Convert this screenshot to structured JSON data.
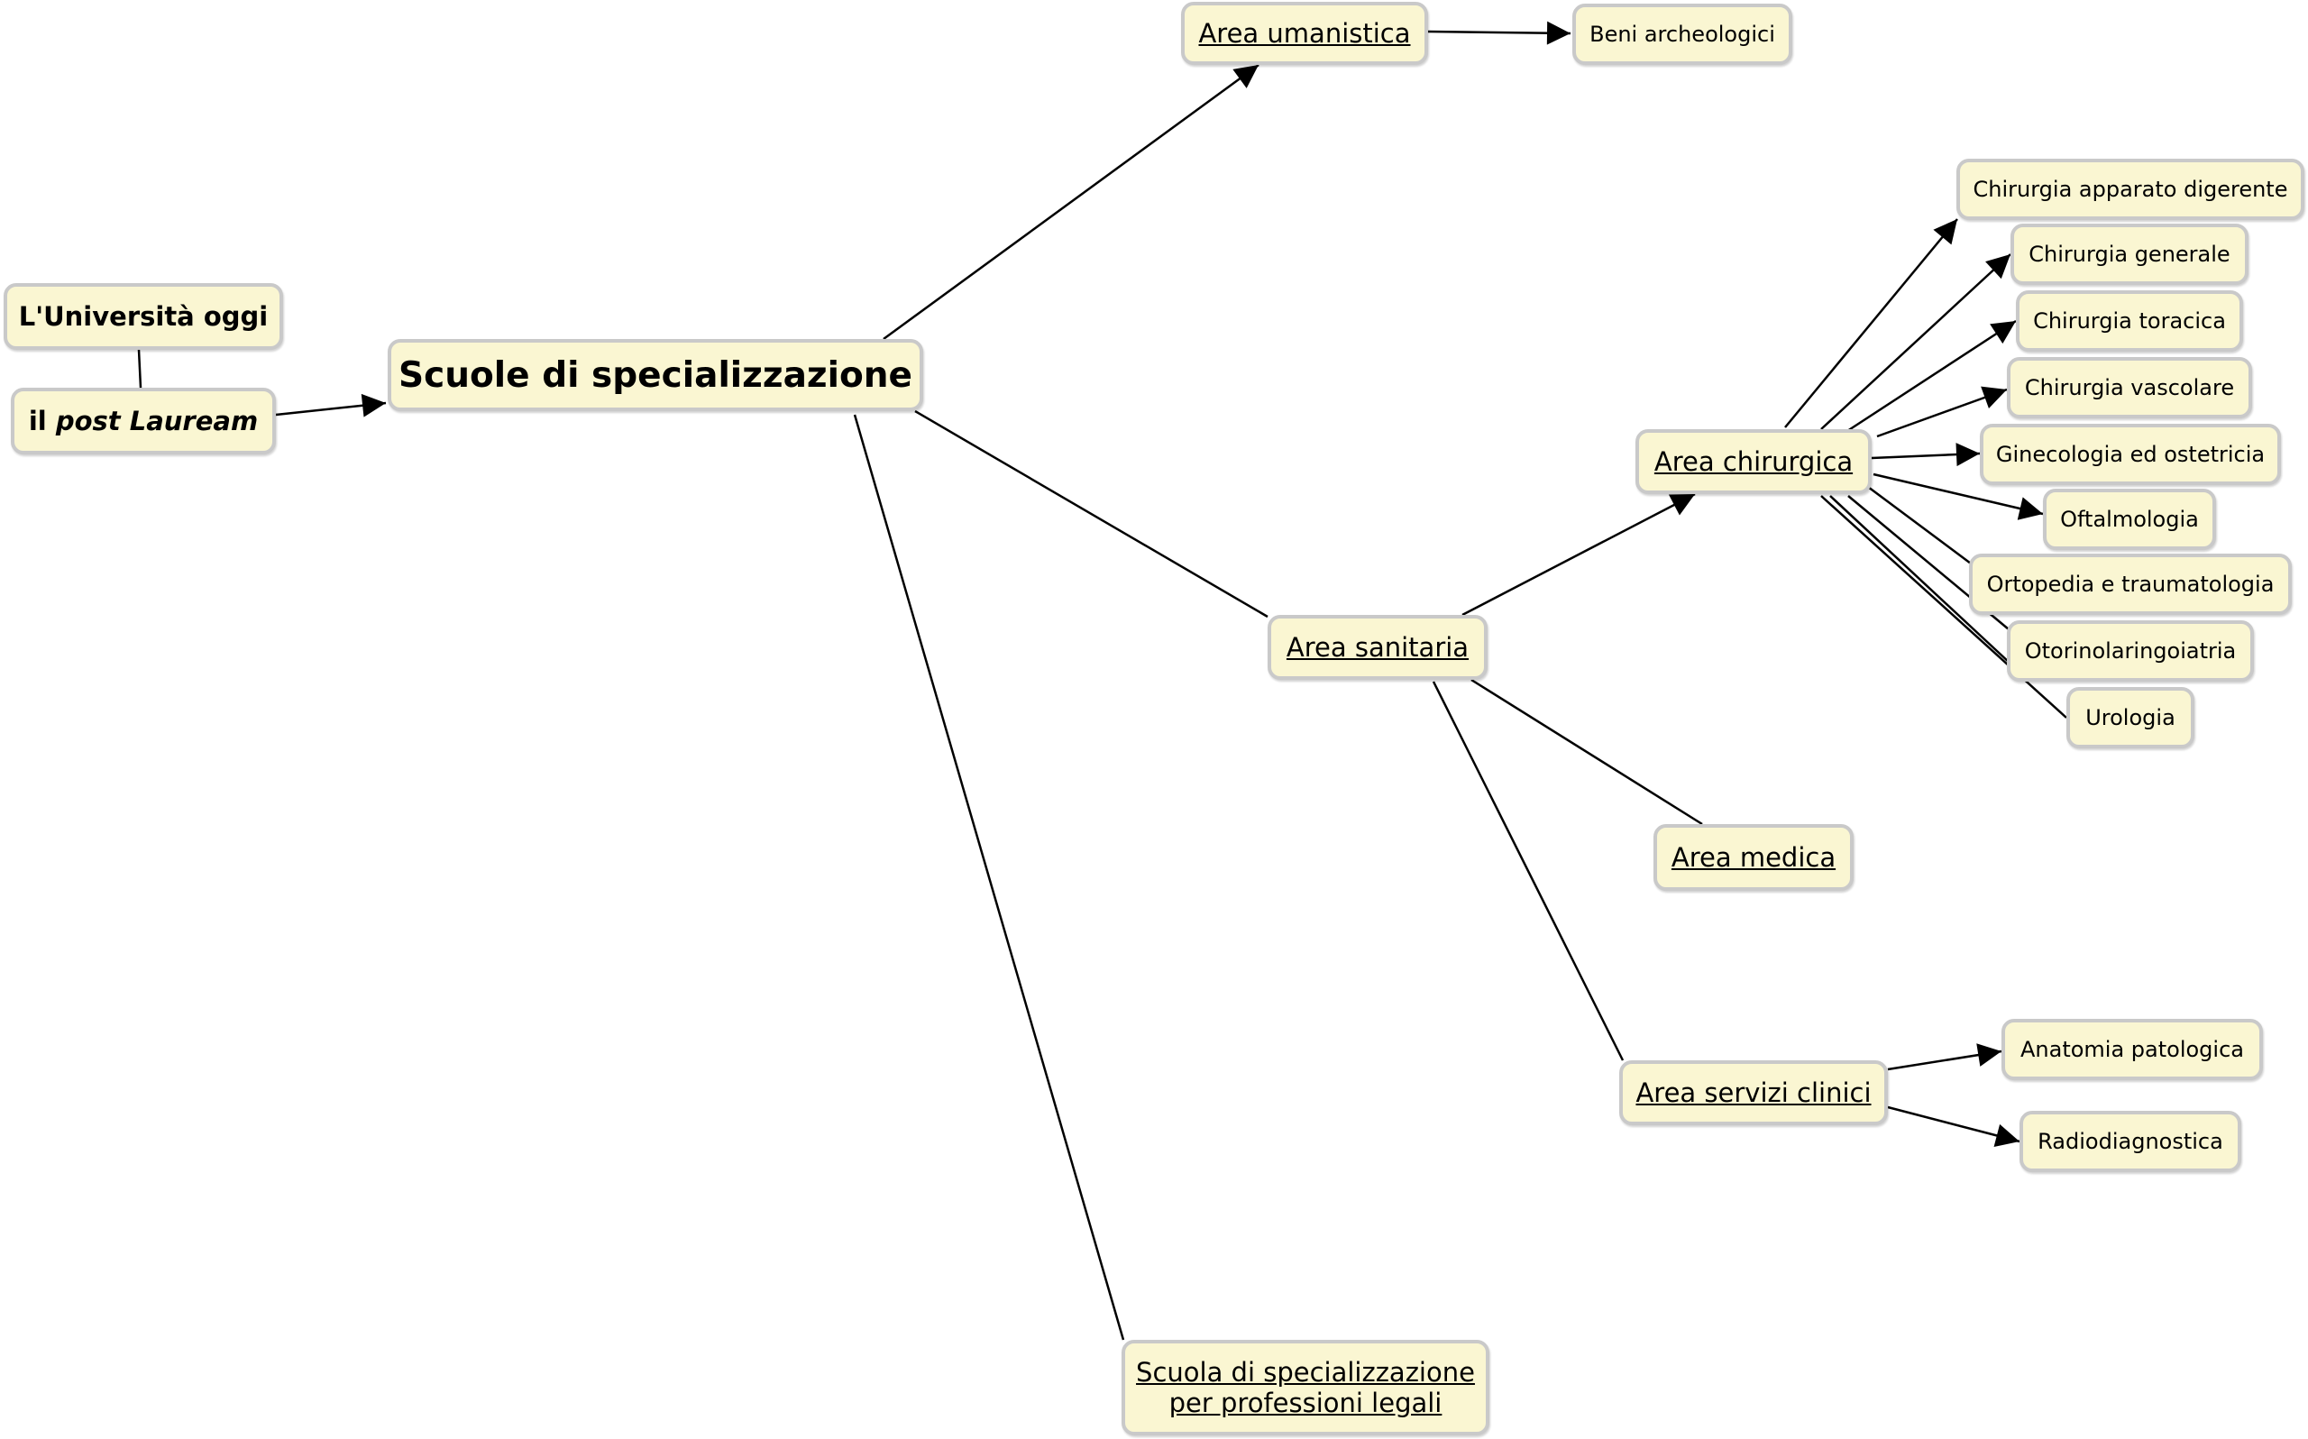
{
  "nodes": {
    "universita_oggi": "L'Università oggi",
    "post_lauream_prefix": "il",
    "post_lauream_em": "post Lauream",
    "scuole": "Scuole di specializzazione",
    "area_umanistica": "Area umanistica",
    "beni_archeologici": "Beni archeologici",
    "area_sanitaria": "Area sanitaria",
    "area_chirurgica": "Area chirurgica",
    "area_medica": "Area medica",
    "area_servizi_clinici": "Area servizi clinici",
    "professioni_legali_line1": "Scuola di specializzazione",
    "professioni_legali_line2": "per professioni legali",
    "chir_apparato_digerente": "Chirurgia apparato digerente",
    "chir_generale": "Chirurgia generale",
    "chir_toracica": "Chirurgia toracica",
    "chir_vascolare": "Chirurgia vascolare",
    "ginecologia": "Ginecologia ed ostetricia",
    "oftalmologia": "Oftalmologia",
    "ortopedia": "Ortopedia e traumatologia",
    "otorinolaringoiatria": "Otorinolaringoiatria",
    "urologia": "Urologia",
    "anatomia_patologica": "Anatomia patologica",
    "radiodiagnostica": "Radiodiagnostica"
  },
  "colors": {
    "node_fill": "#faf6d2",
    "node_border": "#c9c9c9",
    "line": "#000000"
  }
}
